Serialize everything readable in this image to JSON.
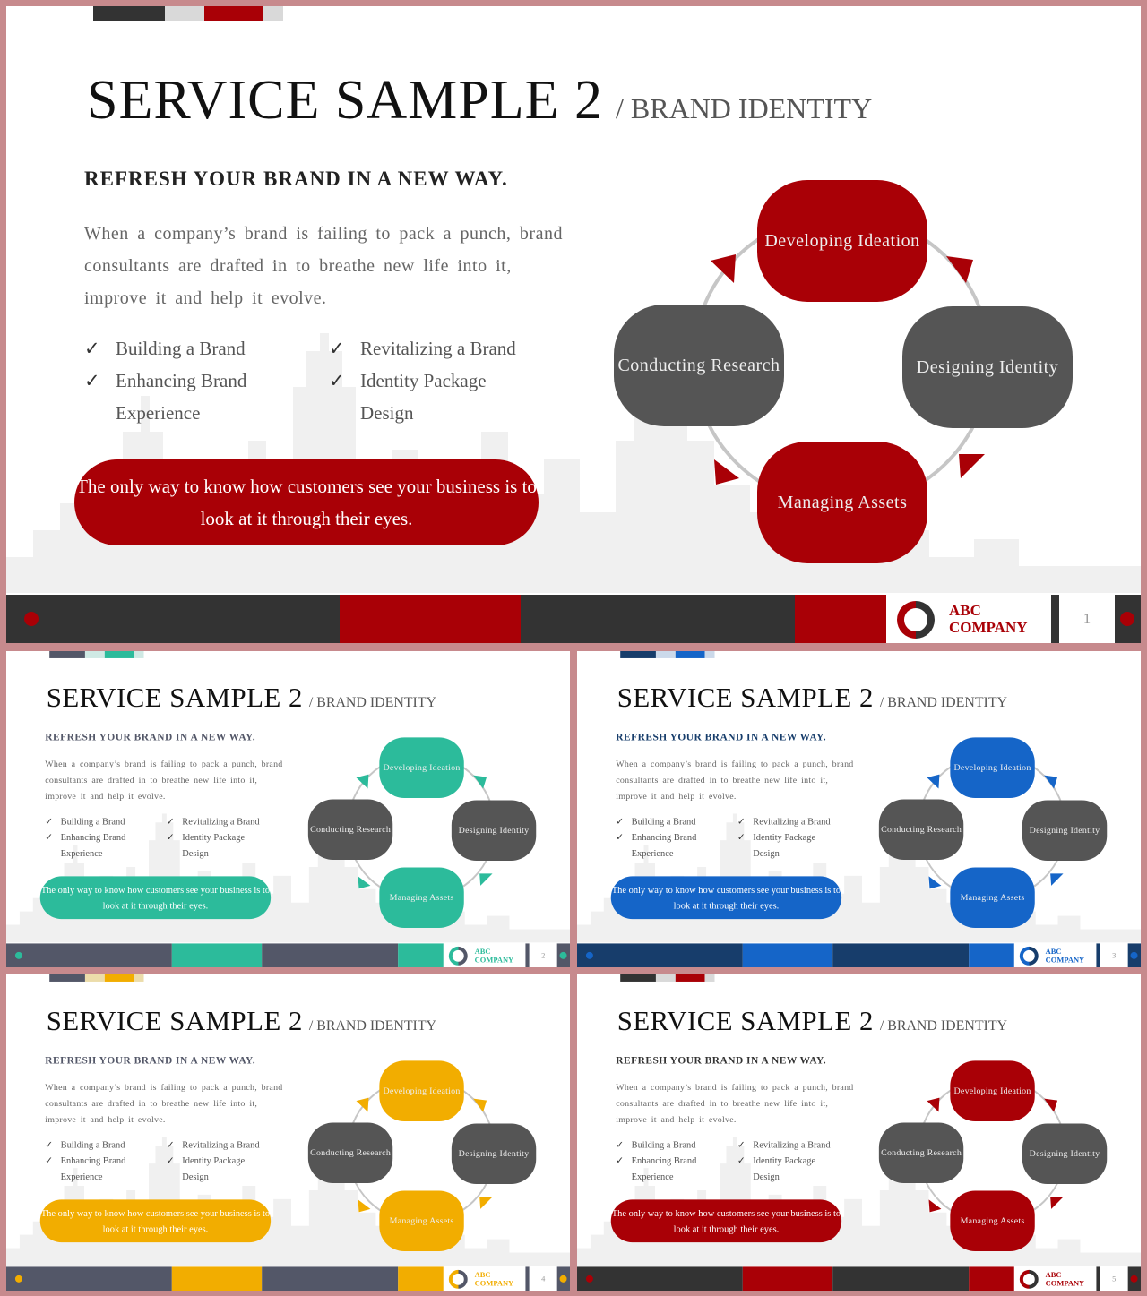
{
  "slide": {
    "title": "SERVICE SAMPLE 2",
    "subtitle": "/ BRAND IDENTITY",
    "heading": "REFRESH YOUR BRAND  IN  A NEW WAY.",
    "paragraph": "When  a company’s  brand  is failing  to pack  a punch, brand  consultants  are drafted  in to breathe  new  life into it, improve  it and help  it evolve.",
    "checklist_left": [
      "Building  a Brand",
      "Enhancing  Brand Experience"
    ],
    "checklist_right": [
      "Revitalizing  a Brand",
      "Identity  Package Design"
    ],
    "check_mark": "✓",
    "quote": "The only way to know how customers see your business is to look at it through their eyes.",
    "cycle": {
      "top": "Developing Ideation",
      "right": "Designing Identity",
      "bottom": "Managing Assets",
      "left": "Conducting Research"
    },
    "logo_line1": "ABC",
    "logo_line2": "COMPANY"
  },
  "themes": [
    {
      "name": "red",
      "accent": "#a90006",
      "dark": "#333333",
      "light": "#d9d9d9",
      "page": "1"
    },
    {
      "name": "teal",
      "accent": "#2cbb9b",
      "dark": "#535768",
      "light": "#cfe9e4",
      "page": "2"
    },
    {
      "name": "blue",
      "accent": "#1565c8",
      "dark": "#173d6b",
      "light": "#cbd9ea",
      "page": "3"
    },
    {
      "name": "yellow",
      "accent": "#f2ad00",
      "dark": "#535768",
      "light": "#ecdcaa",
      "page": "4"
    },
    {
      "name": "red-small",
      "accent": "#a90006",
      "dark": "#333333",
      "light": "#d9d9d9",
      "page": "5"
    }
  ],
  "colors": {
    "gray_pill": "#555555",
    "skyline": "#f0f0f0",
    "frame": "#c78a8d"
  }
}
